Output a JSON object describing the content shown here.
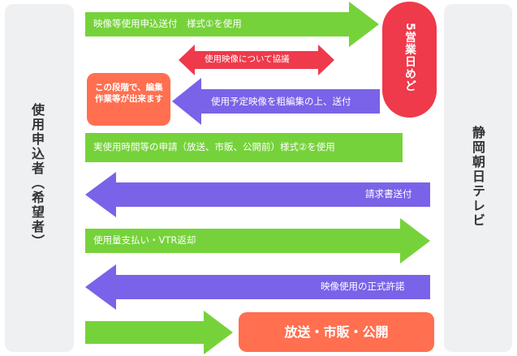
{
  "left_party": "使用申込者（希望者）",
  "right_party": "静岡朝日テレビ",
  "deadline_note": "5営業日めど",
  "prep_note": "この段階で、編集作業等が出来ます",
  "final_label": "放送・市販・公開",
  "steps": [
    {
      "label": "映像等使用申込送付　様式①を使用",
      "direction": "right",
      "color": "#76d23a"
    },
    {
      "label": "使用映像について協議",
      "direction": "both",
      "color": "#ee3a4a"
    },
    {
      "label": "使用予定映像を粗編集の上、送付",
      "direction": "left",
      "color": "#7a63e8"
    },
    {
      "label": "実使用時間等の申請（放送、市販、公開前）様式②を使用",
      "direction": "right",
      "color": "#76d23a"
    },
    {
      "label": "請求書送付",
      "direction": "left",
      "color": "#7a63e8"
    },
    {
      "label": "使用量支払い・VTR返却",
      "direction": "right",
      "color": "#76d23a"
    },
    {
      "label": "映像使用の正式許諾",
      "direction": "left",
      "color": "#7a63e8"
    },
    {
      "label": "",
      "direction": "right",
      "color": "#76d23a"
    }
  ]
}
